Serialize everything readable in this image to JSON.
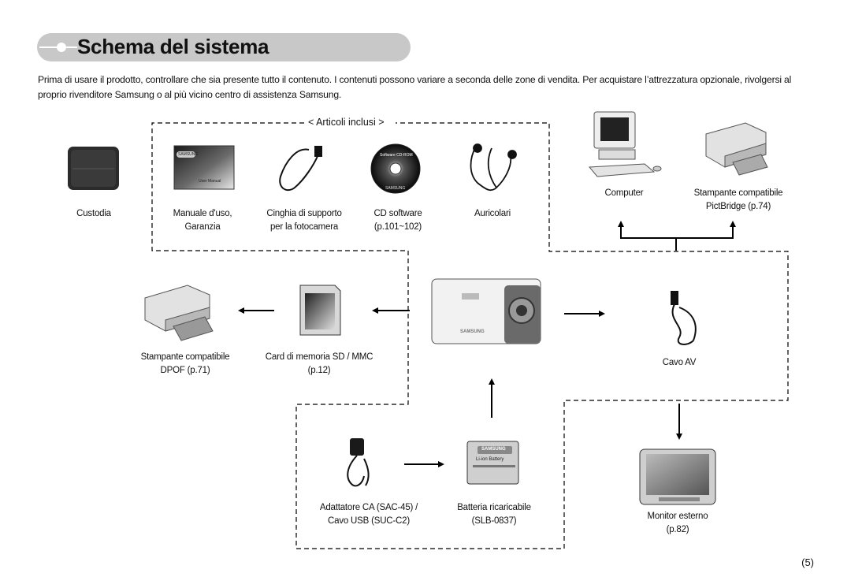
{
  "page": {
    "title": "Schema del sistema",
    "intro": "Prima di usare il prodotto, controllare che sia presente tutto il contenuto. I contenuti possono variare a seconda delle zone di vendita. Per acquistare l’attrezzatura opzionale, rivolgersi al proprio rivenditore Samsung o al più vicino centro di assistenza Samsung.",
    "page_number": "(5)"
  },
  "included": {
    "group_label": "< Articoli inclusi >",
    "manual_cover_brand": "SAMSUNG",
    "manual_cover_text": "User Manual",
    "cd_top_text": "Software CD-ROM",
    "cd_bottom_text": "SAMSUNG"
  },
  "labels": {
    "case": "Custodia",
    "manual_1": "Manuale d'uso,",
    "manual_2": "Garanzia",
    "strap_1": "Cinghia di supporto",
    "strap_2": "per la fotocamera",
    "cd_1": "CD software",
    "cd_2": "(p.101~102)",
    "earphones": "Auricolari",
    "computer": "Computer",
    "pictbridge_1": "Stampante compatibile",
    "pictbridge_2": "PictBridge (p.74)",
    "dpof_1": "Stampante compatibile",
    "dpof_2": "DPOF (p.71)",
    "sd_1": "Card di memoria SD / MMC",
    "sd_2": "(p.12)",
    "av_cable": "Cavo AV",
    "adapter_1": "Adattatore CA (SAC-45) /",
    "adapter_2": "Cavo USB (SUC-C2)",
    "battery_1": "Batteria ricaricabile",
    "battery_2": "(SLB-0837)",
    "monitor_1": "Monitor esterno",
    "monitor_2": "(p.82)"
  },
  "battery_print": {
    "brand": "SAMSUNG",
    "type": "Li-ion Battery"
  },
  "camera_print": {
    "brand": "SAMSUNG"
  }
}
